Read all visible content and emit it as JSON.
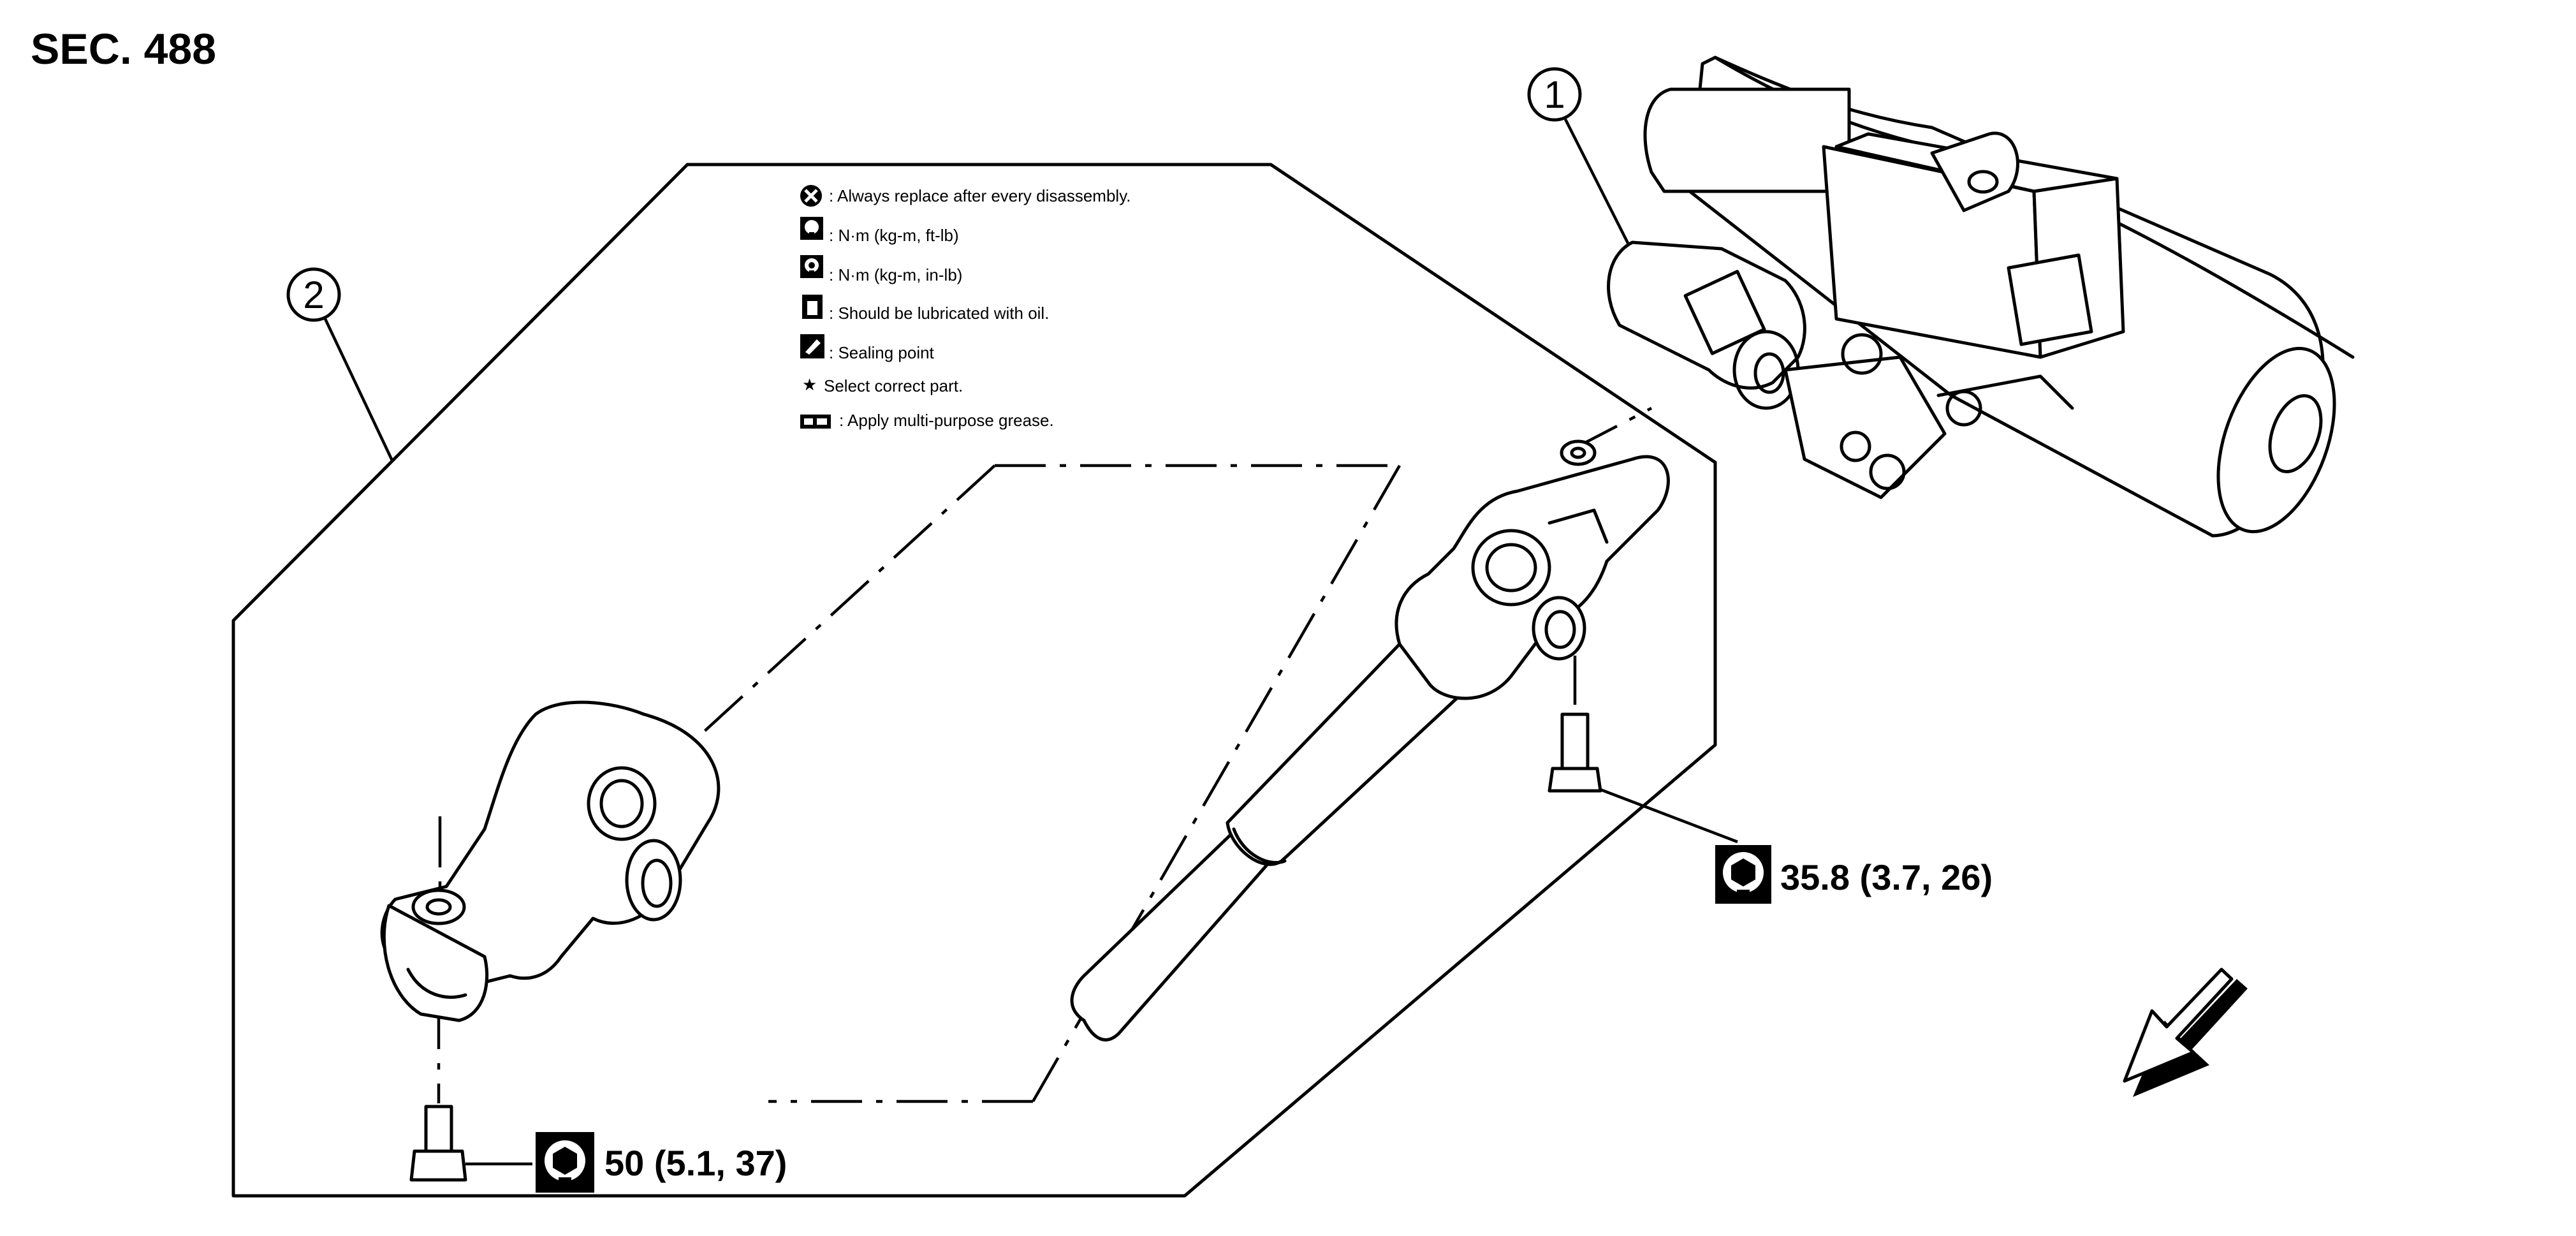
{
  "section_label": "SEC. 488",
  "callouts": {
    "steering_column": "1",
    "lower_shaft": "2"
  },
  "legend": [
    {
      "icon": "always-replace-icon",
      "text": ": Always replace after every disassembly."
    },
    {
      "icon": "torque-ft-lb-icon",
      "text": ": N·m (kg-m, ft-lb)"
    },
    {
      "icon": "torque-in-lb-icon",
      "text": ": N·m (kg-m, in-lb)"
    },
    {
      "icon": "oil-can-icon",
      "text": ": Should be lubricated with oil."
    },
    {
      "icon": "sealing-point-icon",
      "text": ": Sealing point"
    },
    {
      "icon": "star-icon",
      "text": "Select correct part."
    },
    {
      "icon": "grease-icon",
      "text": ": Apply multi-purpose grease."
    }
  ],
  "torques": {
    "upper_joint_bolt": "35.8 (3.7, 26)",
    "lower_joint_bolt": "50 (5.1, 37)"
  },
  "front_arrow": "front-direction-arrow"
}
